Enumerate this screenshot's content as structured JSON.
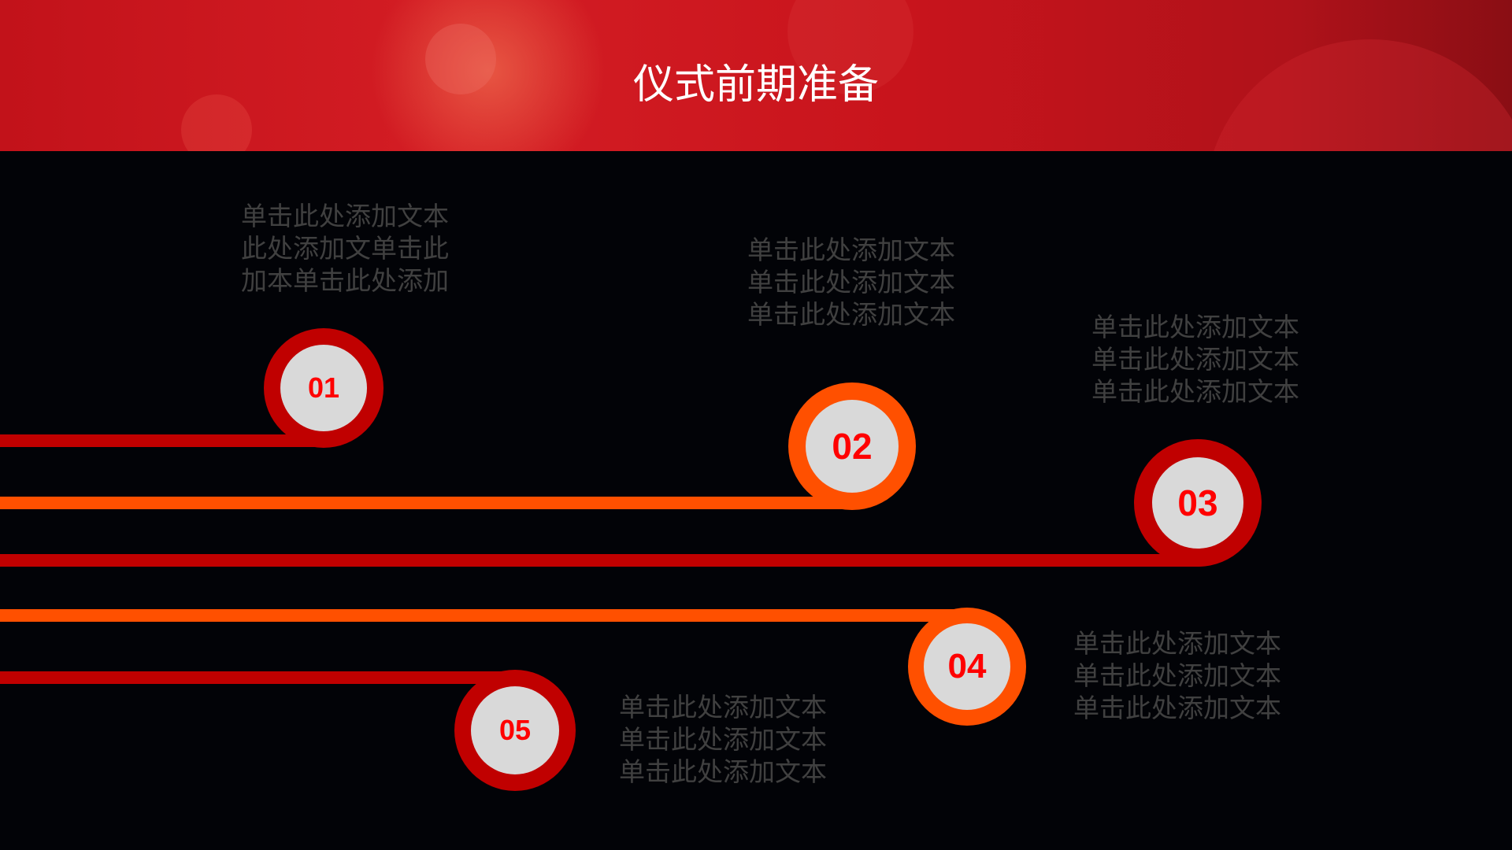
{
  "title": "仪式前期准备",
  "steps": [
    {
      "number": "01",
      "lines": [
        "单击此处添加文本",
        "此处添加文单击此",
        "加本单击此处添加"
      ]
    },
    {
      "number": "02",
      "lines": [
        "单击此处添加文本",
        "单击此处添加文本",
        "单击此处添加文本"
      ]
    },
    {
      "number": "03",
      "lines": [
        "单击此处添加文本",
        "单击此处添加文本",
        "单击此处添加文本"
      ]
    },
    {
      "number": "04",
      "lines": [
        "单击此处添加文本",
        "单击此处添加文本",
        "单击此处添加文本"
      ]
    },
    {
      "number": "05",
      "lines": [
        "单击此处添加文本",
        "单击此处添加文本",
        "单击此处添加文本"
      ]
    }
  ],
  "colors": {
    "red": "#c00000",
    "orange": "#ff5000",
    "number": "#ff0000",
    "text": "#404040"
  }
}
